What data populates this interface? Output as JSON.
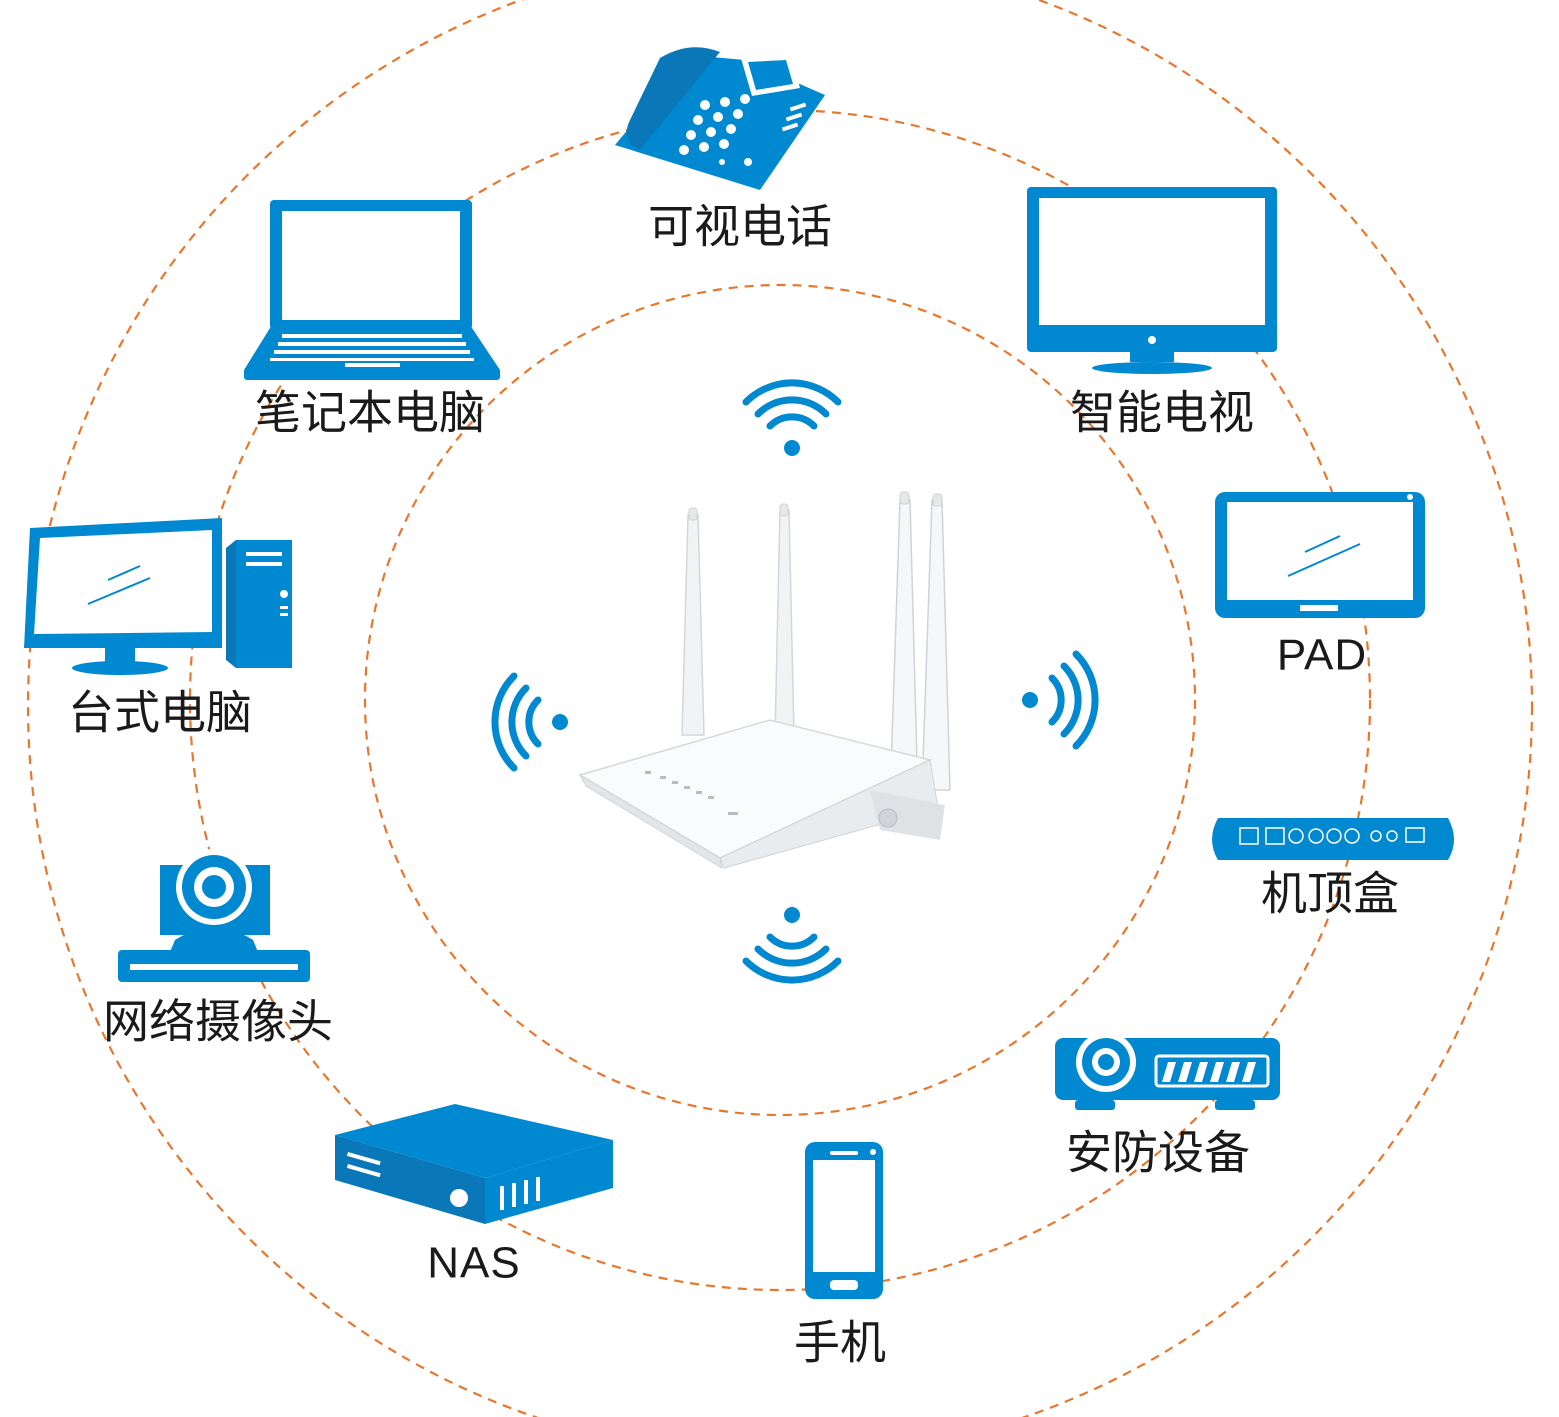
{
  "colors": {
    "device_blue": "#0089d1",
    "ring_orange": "#e8772e",
    "router_white": "#f4f5f6"
  },
  "hub": {
    "icon": "wireless-router-icon"
  },
  "devices": [
    {
      "id": "video-phone",
      "label": "可视电话",
      "icon": "desk-phone-icon"
    },
    {
      "id": "smart-tv",
      "label": "智能电视",
      "icon": "tv-icon"
    },
    {
      "id": "pad",
      "label": "PAD",
      "icon": "tablet-icon"
    },
    {
      "id": "set-top-box",
      "label": "机顶盒",
      "icon": "set-top-box-icon"
    },
    {
      "id": "security",
      "label": "安防设备",
      "icon": "projector-icon"
    },
    {
      "id": "mobile",
      "label": "手机",
      "icon": "smartphone-icon"
    },
    {
      "id": "nas",
      "label": "NAS",
      "icon": "nas-server-icon"
    },
    {
      "id": "ip-camera",
      "label": "网络摄像头",
      "icon": "ptz-camera-icon"
    },
    {
      "id": "desktop",
      "label": "台式电脑",
      "icon": "desktop-computer-icon"
    },
    {
      "id": "laptop",
      "label": "笔记本电脑",
      "icon": "laptop-icon"
    }
  ]
}
